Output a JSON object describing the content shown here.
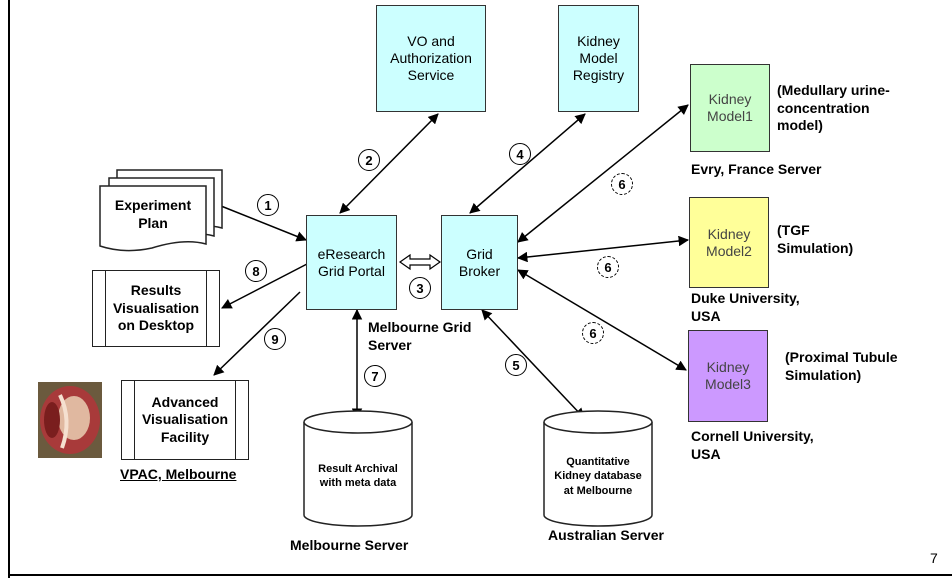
{
  "page_number": "7",
  "nodes": {
    "vo_service": "VO and\nAuthorization\nService",
    "kidney_registry": "Kidney\nModel\nRegistry",
    "eresearch_portal": "eResearch\nGrid Portal",
    "grid_broker": "Grid\nBroker",
    "kidney_model1": "Kidney\nModel1",
    "kidney_model2": "Kidney\nModel2",
    "kidney_model3": "Kidney\nModel3",
    "experiment_plan": "Experiment\nPlan",
    "results_vis": "Results\nVisualisation\non Desktop",
    "advanced_vis": "Advanced\nVisualisation\nFacility",
    "result_archival": "Result Archival\nwith meta data",
    "quant_db": "Quantitative\nKidney database\nat Melbourne"
  },
  "labels": {
    "medullary": "(Medullary urine-\nconcentration\nmodel)",
    "evry": "Evry, France Server",
    "tgf": "(TGF\nSimulation)",
    "duke": "Duke University,\nUSA",
    "proximal": "(Proximal Tubule\nSimulation)",
    "cornell": "Cornell University,\nUSA",
    "melbourne_grid": "Melbourne Grid\nServer",
    "melbourne_server": "Melbourne Server",
    "australian_server": "Australian Server",
    "vpac": "VPAC, Melbourne"
  },
  "steps": [
    "1",
    "2",
    "3",
    "4",
    "5",
    "6",
    "7",
    "8",
    "9"
  ],
  "colors": {
    "service_box": "#ccffff",
    "model1": "#ccffcc",
    "model2": "#ffff99",
    "model3": "#cc99ff"
  },
  "icons": [
    "kidney-photo"
  ]
}
